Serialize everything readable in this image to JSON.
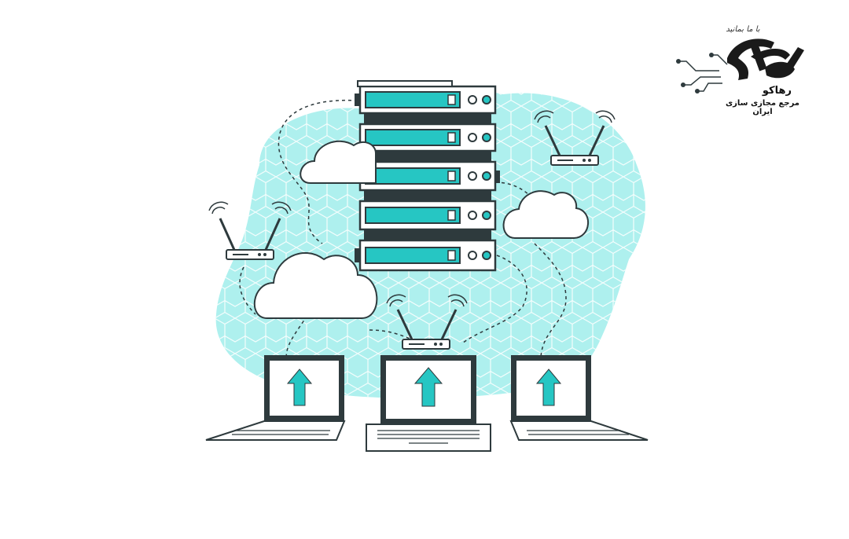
{
  "logo": {
    "name": "رهاکو",
    "tagline": "مرجع مجازی سازی ایران",
    "signature": "با ما بمانید"
  },
  "colors": {
    "accent": "#26c6c3",
    "blob": "#aef0ee",
    "ink": "#2e3a3d",
    "white": "#ffffff"
  },
  "icons": [
    "server-rack-icon",
    "cloud-icon",
    "wifi-router-icon",
    "laptop-icon",
    "upload-arrow-icon",
    "logo-icon"
  ]
}
